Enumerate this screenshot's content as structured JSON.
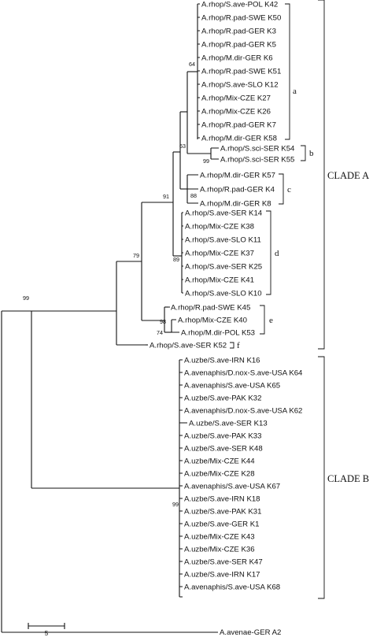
{
  "leaves": {
    "K42": "A.rhop/S.ave-POL K42",
    "K50": "A.rhop/R.pad-SWE K50",
    "K3": "A.rhop/R.pad-GER K3",
    "K5": "A.rhop/R.pad-GER K5",
    "K6": "A.rhop/M.dir-GER K6",
    "K51": "A.rhop/R.pad-SWE K51",
    "K12": "A.rhop/S.ave-SLO K12",
    "K27": "A.rhop/Mix-CZE K27",
    "K26": "A.rhop/Mix-CZE K26",
    "K7": "A.rhop/R.pad-GER K7",
    "K58": "A.rhop/M.dir-GER K58",
    "K54": "A.rhop/S.sci-SER K54",
    "K55": "A.rhop/S.sci-SER K55",
    "K57": "A.rhop/M.dir-GER K57",
    "K4": "A.rhop/R.pad-GER K4",
    "K8": "A.rhop/M.dir-GER K8",
    "K14": "A.rhop/S.ave-SER K14",
    "K38": "A.rhop/Mix-CZE K38",
    "K11": "A.rhop/S.ave-SLO K11",
    "K37": "A.rhop/Mix-CZE K37",
    "K25": "A.rhop/S.ave-SER K25",
    "K41": "A.rhop/Mix-CZE K41",
    "K10": "A.rhop/S.ave-SLO K10",
    "K45": "A.rhop/R.pad-SWE K45",
    "K40": "A.rhop/Mix-CZE K40",
    "K53": "A.rhop/M.dir-POL K53",
    "K52": "A.rhop/S.ave-SER K52",
    "K16": "A.uzbe/S.ave-IRN K16",
    "K64": "A.avenaphis/D.nox-S.ave-USA K64",
    "K65": "A.avenaphis/S.ave-USA K65",
    "K32": "A.uzbe/S.ave-PAK K32",
    "K62": "A.avenaphis/D.nox-S.ave-USA K62",
    "K13": "A.uzbe/S.ave-SER K13",
    "K33": "A.uzbe/S.ave-PAK K33",
    "K48": "A.uzbe/S.ave-SER K48",
    "K44": "A.uzbe/Mix-CZE K44",
    "K28": "A.uzbe/Mix-CZE K28",
    "K67": "A.avenaphis/S.ave-USA K67",
    "K18": "A.uzbe/S.ave-IRN K18",
    "K31": "A.uzbe/S.ave-PAK K31",
    "K1": "A.uzbe/S.ave-GER K1",
    "K43": "A.uzbe/Mix-CZE K43",
    "K36": "A.uzbe/Mix-CZE K36",
    "K47": "A.uzbe/S.ave-SER K47",
    "K17": "A.uzbe/S.ave-IRN K17",
    "K68": "A.avenaphis/S.ave-USA K68",
    "A2": "A.avenae-GER A2"
  },
  "bootstrap": {
    "b64": "64",
    "b63": "63",
    "b99_sci": "99",
    "b88": "88",
    "b91": "91",
    "b89": "89",
    "b79": "79",
    "b98": "98",
    "b74": "74",
    "b99_root": "99",
    "b99_b": "99"
  },
  "subgroups": {
    "a": "a",
    "b": "b",
    "c": "c",
    "d": "d",
    "e": "e",
    "f": "f"
  },
  "clades": {
    "A": "CLADE A",
    "B": "CLADE B"
  },
  "scale_label": "5"
}
